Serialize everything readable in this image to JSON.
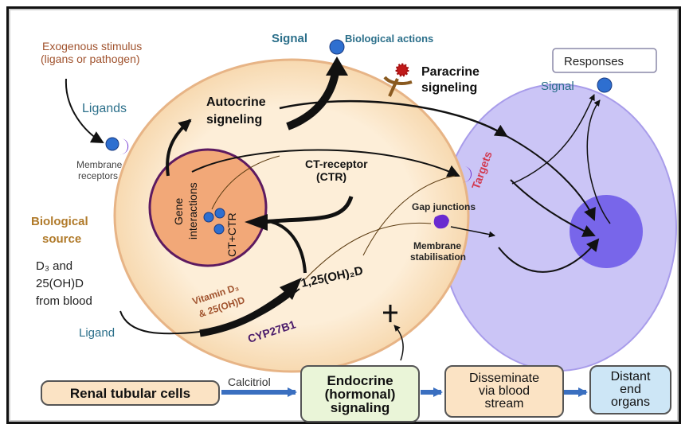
{
  "labels": {
    "exogenous_line1": "Exogenous stimulus",
    "exogenous_line2": "(ligans or pathogen)",
    "ligands": "Ligands",
    "membrane_receptors_line1": "Membrane",
    "membrane_receptors_line2": "receptors",
    "signal_top": "Signal",
    "biological_actions": "Biological actions",
    "paracrine_line1": "Paracrine",
    "paracrine_line2": "signeling",
    "autocrine_line1": "Autocrine",
    "autocrine_line2": "signeling",
    "responses": "Responses",
    "signal_right": "Signal",
    "targets": "Targets",
    "ct_receptor_line1": "CT-receptor",
    "ct_receptor_line2": "(CTR)",
    "gene_line1": "Gene",
    "gene_line2": "interactions",
    "ct_ctr": "CT+CTR",
    "gap_junctions": "Gap junctions",
    "membrane_stab_line1": "Membrane",
    "membrane_stab_line2": "stabilisation",
    "biological_source_line1": "Biological",
    "biological_source_line2": "source",
    "d3_line1": "D₃ and",
    "d3_line2": "25(OH)D",
    "d3_line3": "from blood",
    "ligand": "Ligand",
    "vitamin_line1": "Vitamin D₃",
    "vitamin_line2": "& 25(OH)D",
    "calcitriol_formula": "1,25(OH)₂D",
    "cyp": "CYP27B1",
    "calcitriol": "Calcitriol"
  },
  "flow": {
    "renal": "Renal tubular cells",
    "endocrine_line1": "Endocrine",
    "endocrine_line2": "(hormonal)",
    "endocrine_line3": "signaling",
    "disseminate_line1": "Disseminate",
    "disseminate_line2": "via blood",
    "disseminate_line3": "stream",
    "distant_line1": "Distant",
    "distant_line2": "end",
    "distant_line3": "organs"
  },
  "colors": {
    "source_cell": "#fbe6c8",
    "source_cell_border": "#e9b88a",
    "nucleus": "#f2a878",
    "nucleus_border": "#6a1a6a",
    "target_cell": "#c9c3f5",
    "target_nucleus": "#7a68ea",
    "signal_blue": "#2e6fd0",
    "receptor_purple": "#6a2ad0",
    "text_teal": "#2b6f8a",
    "text_brown": "#a0522d",
    "text_orange": "#b07a2a",
    "targets_red": "#d23a50",
    "cyp_purple": "#4a1a6a",
    "arrow_blue": "#3a6fc0"
  }
}
